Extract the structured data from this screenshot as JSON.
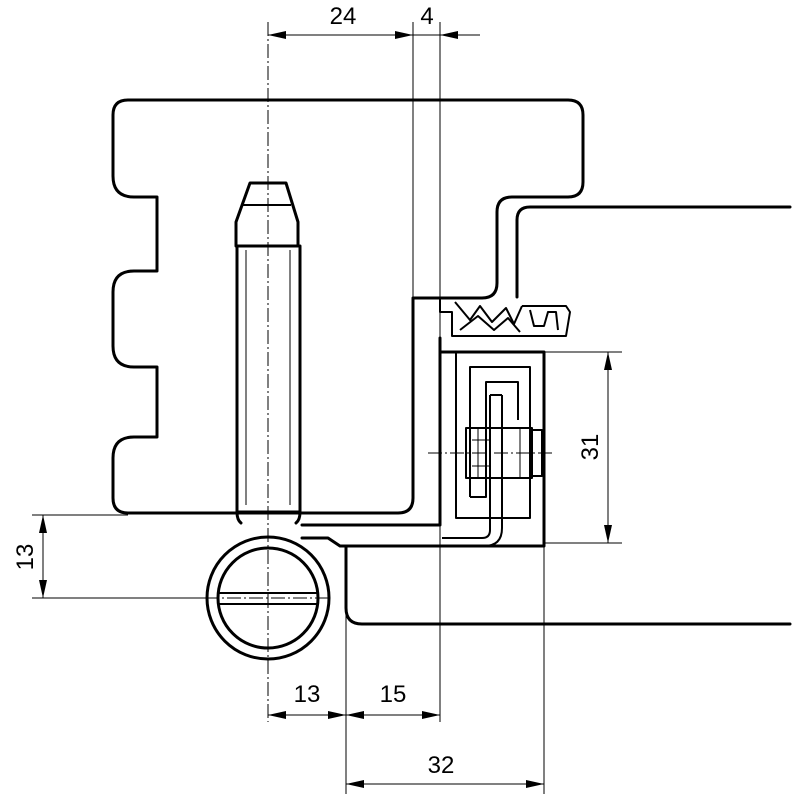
{
  "drawing": {
    "colors": {
      "line": "#000000",
      "background": "#ffffff"
    },
    "dimensions": {
      "top_width": "24",
      "top_gap": "4",
      "right_height": "31",
      "left_height": "13",
      "bottom_left": "13",
      "bottom_middle": "15",
      "bottom_total": "32"
    }
  }
}
